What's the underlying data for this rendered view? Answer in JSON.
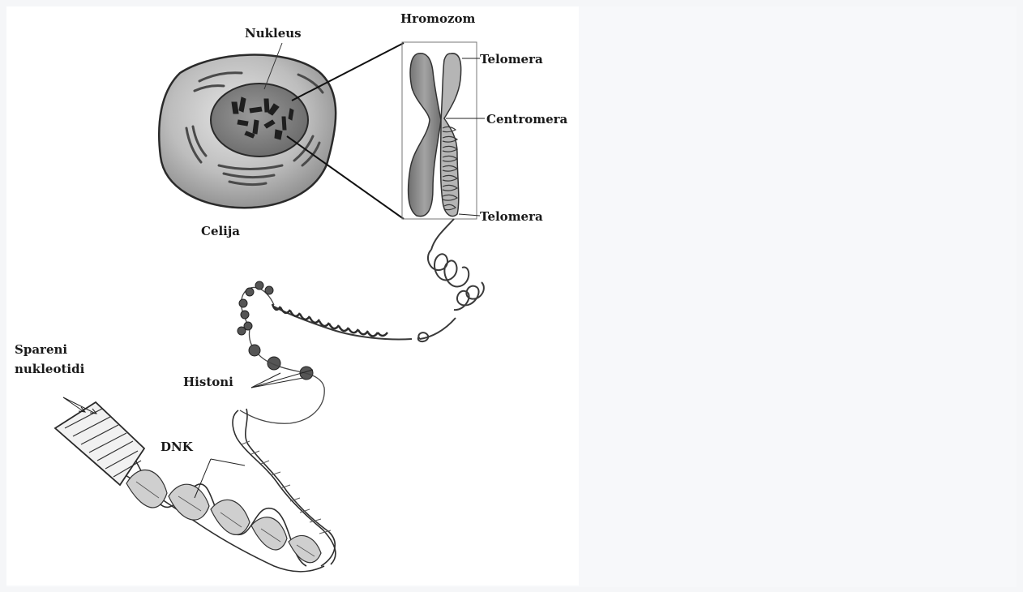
{
  "diagram": {
    "labels": {
      "nucleus": "Nukleus",
      "chromosome": "Hromozom",
      "telomere_top": "Telomera",
      "centromere": "Centromera",
      "telomere_bottom": "Telomera",
      "cell": "Celija",
      "paired_nucleotides_line1": "Spareni",
      "paired_nucleotides_line2": "nukleotidi",
      "histones": "Histoni",
      "dna": "DNK"
    },
    "colors": {
      "background": "#f7f8fa",
      "figure_background": "#ffffff",
      "cell_fill": "#a9a9a9",
      "nucleus_fill": "#7d7d7d",
      "chromosome_fill": "#8e8e8e",
      "ink": "#1a1a1a"
    }
  }
}
